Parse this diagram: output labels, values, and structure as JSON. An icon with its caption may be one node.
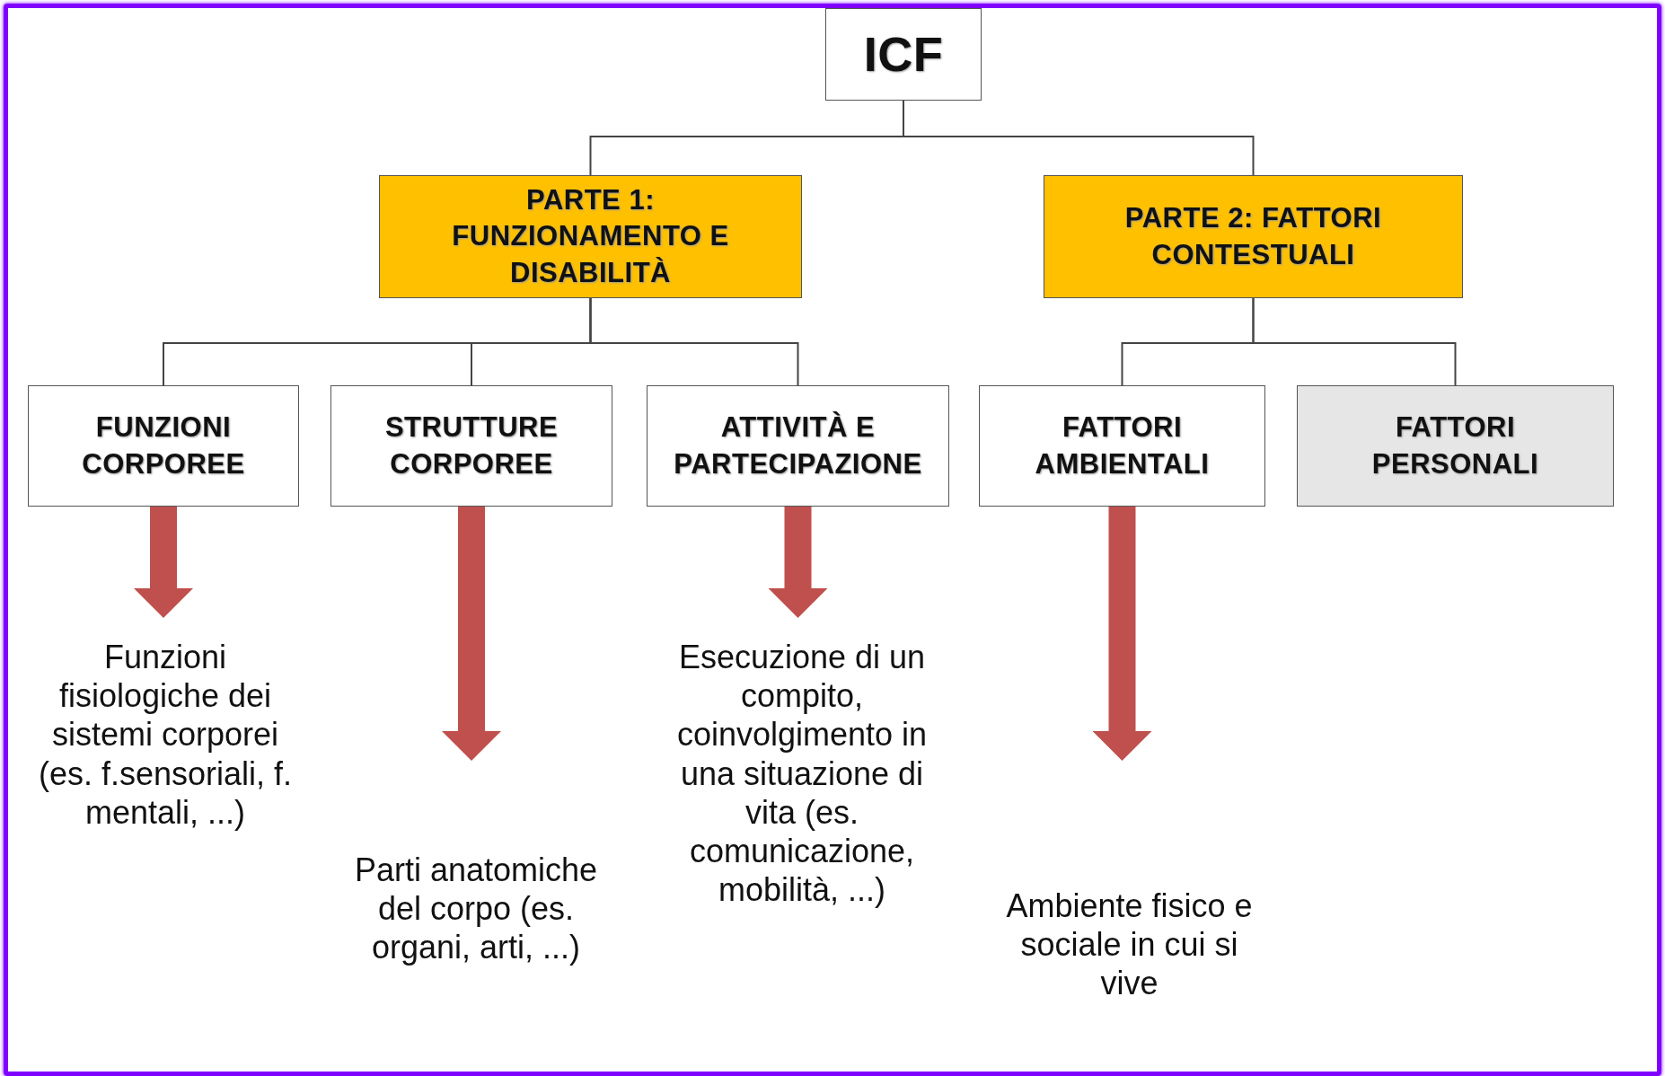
{
  "diagram": {
    "nodes": [
      {
        "text": [
          "ICF"
        ]
      },
      {
        "text": [
          "PARTE 1: FUNZIONAMENTO E DISABILITÀ"
        ]
      },
      {
        "text": [
          "PARTE 2: FATTORI CONTESTUALI"
        ]
      },
      {
        "text": [
          "FUNZIONI CORPOREE"
        ]
      },
      {
        "text": [
          "STRUTTURE CORPOREE"
        ]
      },
      {
        "text": [
          "ATTIVITÀ E PARTECIPAZIONE"
        ]
      },
      {
        "text": [
          "FATTORI AMBIENTALI"
        ]
      },
      {
        "text": [
          "FATTORI PERSONALI"
        ]
      },
      {
        "text": [
          "Funzioni fisiologiche dei sistemi corporei (es. f.sensoriali, f. mentali, ...)"
        ]
      },
      {
        "text": [
          "Parti anatomiche del corpo (es. organi, arti, ...)"
        ]
      },
      {
        "text": [
          "Esecuzione di un compito, coinvolgimento in una situazione di vita (es. comunicazione, mobilità, ...)"
        ]
      },
      {
        "text": [
          "Ambiente fisico e sociale in cui si vive"
        ]
      }
    ],
    "edges": [
      {
        "from": 0,
        "to": 1,
        "arrow": "none"
      },
      {
        "from": 0,
        "to": 2,
        "arrow": "none"
      },
      {
        "from": 1,
        "to": 3,
        "arrow": "none"
      },
      {
        "from": 1,
        "to": 4,
        "arrow": "none"
      },
      {
        "from": 1,
        "to": 5,
        "arrow": "none"
      },
      {
        "from": 2,
        "to": 6,
        "arrow": "none"
      },
      {
        "from": 2,
        "to": 7,
        "arrow": "none"
      },
      {
        "from": 3,
        "to": 8,
        "arrow": "to",
        "style": "thick",
        "color": "#c0504d"
      },
      {
        "from": 4,
        "to": 9,
        "arrow": "to",
        "style": "thick",
        "color": "#c0504d"
      },
      {
        "from": 5,
        "to": 10,
        "arrow": "to",
        "style": "thick",
        "color": "#c0504d"
      },
      {
        "from": 6,
        "to": 11,
        "arrow": "to",
        "style": "thick",
        "color": "#c0504d"
      }
    ]
  }
}
